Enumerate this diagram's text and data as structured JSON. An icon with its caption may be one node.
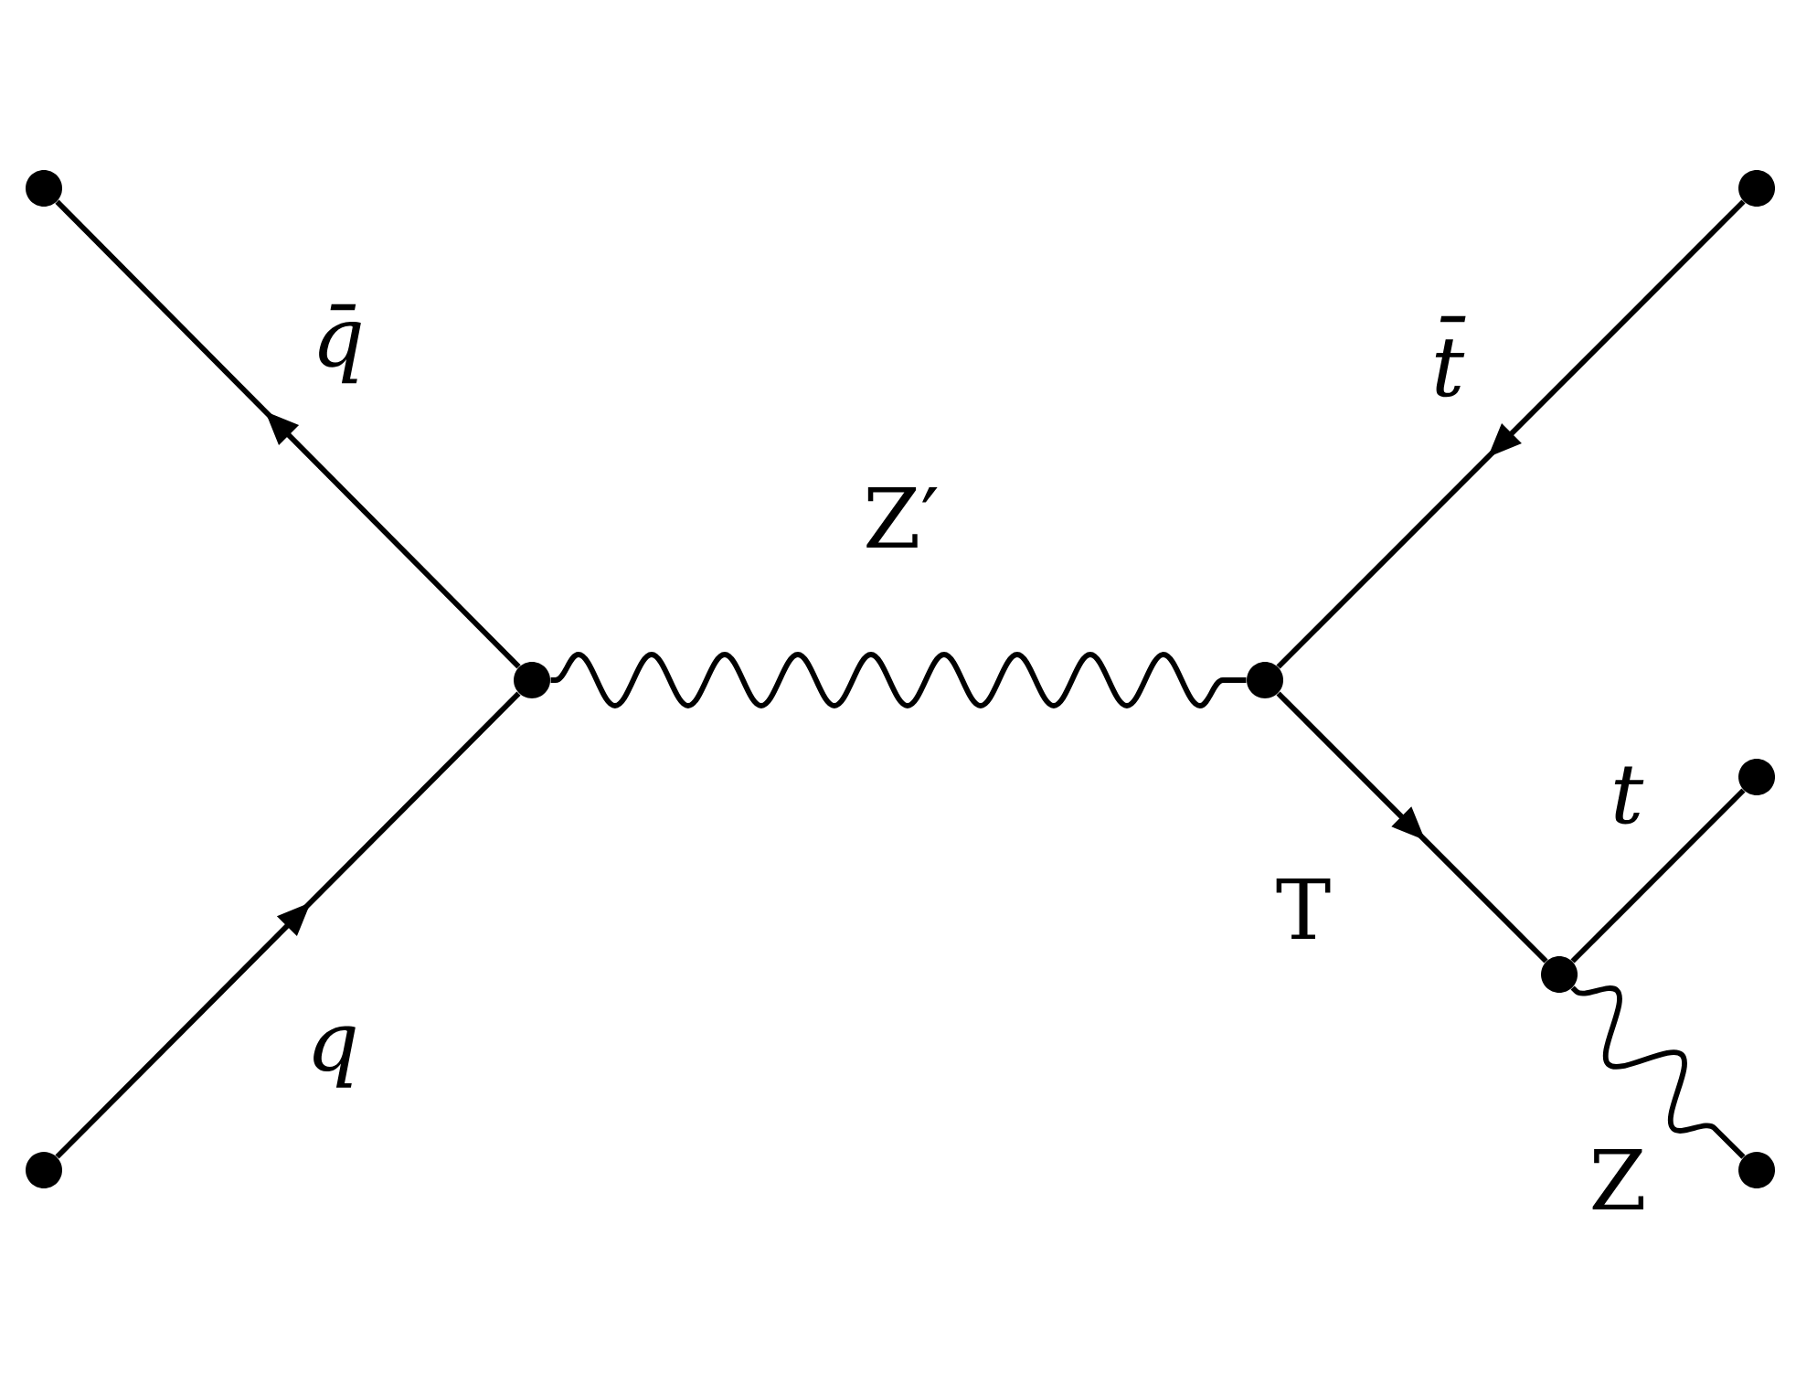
{
  "diagram": {
    "nodes": [
      {
        "text": [],
        "shape": "circle"
      },
      {
        "text": [],
        "shape": "circle"
      },
      {
        "text": [],
        "shape": "circle"
      },
      {
        "text": [],
        "shape": "circle"
      },
      {
        "text": [],
        "shape": "circle"
      },
      {
        "text": [],
        "shape": "circle"
      },
      {
        "text": [],
        "shape": "circle"
      },
      {
        "text": [],
        "shape": "circle"
      }
    ],
    "edges": [
      {
        "from": 1,
        "to": 2,
        "arrow": "to",
        "label": "q"
      },
      {
        "from": 2,
        "to": 0,
        "arrow": "to",
        "label": "q̄"
      },
      {
        "from": 2,
        "to": 3,
        "arrow": "none",
        "label": "Z′"
      },
      {
        "from": 4,
        "to": 3,
        "arrow": "to",
        "label": "t̄"
      },
      {
        "from": 3,
        "to": 6,
        "arrow": "to",
        "label": "T"
      },
      {
        "from": 6,
        "to": 5,
        "arrow": "none",
        "label": "t"
      },
      {
        "from": 6,
        "to": 7,
        "arrow": "none",
        "label": "Z"
      }
    ]
  }
}
